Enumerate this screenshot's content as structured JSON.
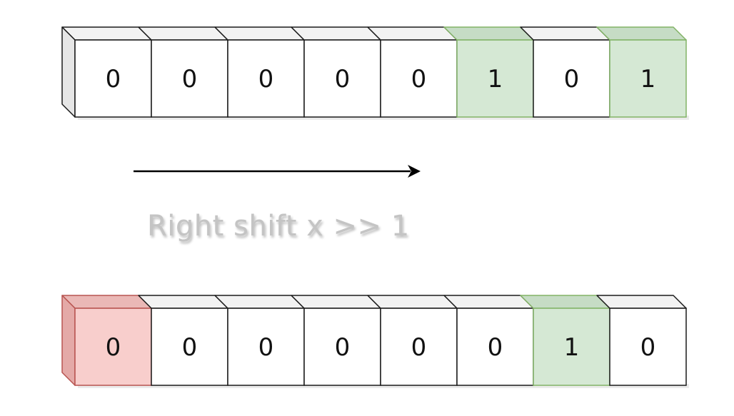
{
  "colors": {
    "plain_fill": "#ffffff",
    "plain_top": "#f2f2f2",
    "plain_side": "#e6e6e6",
    "plain_stroke": "#1a1a1a",
    "green_fill": "#d5e8d4",
    "green_top": "#c6dcc5",
    "green_stroke": "#82b366",
    "red_fill": "#f8cecc",
    "red_top": "#eab8b6",
    "red_side": "#e4a9a7",
    "red_stroke": "#b85450",
    "arrow": "#000000",
    "caption": "#c4c4c4"
  },
  "top_row": [
    {
      "bit": "0",
      "style": "plain"
    },
    {
      "bit": "0",
      "style": "plain"
    },
    {
      "bit": "0",
      "style": "plain"
    },
    {
      "bit": "0",
      "style": "plain"
    },
    {
      "bit": "0",
      "style": "plain"
    },
    {
      "bit": "1",
      "style": "green"
    },
    {
      "bit": "0",
      "style": "plain"
    },
    {
      "bit": "1",
      "style": "green"
    }
  ],
  "bottom_row": [
    {
      "bit": "0",
      "style": "red"
    },
    {
      "bit": "0",
      "style": "plain"
    },
    {
      "bit": "0",
      "style": "plain"
    },
    {
      "bit": "0",
      "style": "plain"
    },
    {
      "bit": "0",
      "style": "plain"
    },
    {
      "bit": "0",
      "style": "plain"
    },
    {
      "bit": "1",
      "style": "green"
    },
    {
      "bit": "0",
      "style": "plain"
    }
  ],
  "shift_direction": "right",
  "caption": "Right shift x >> 1"
}
